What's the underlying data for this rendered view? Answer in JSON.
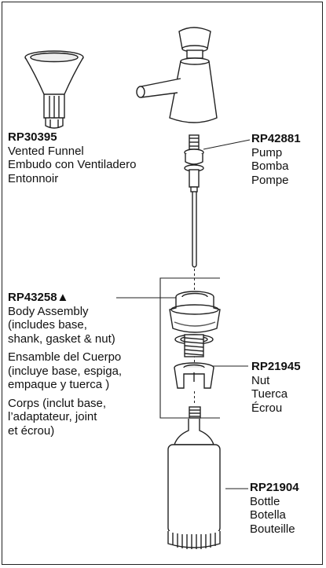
{
  "parts": {
    "funnel": {
      "part_number": "RP30395",
      "lines": [
        "Vented Funnel",
        "Embudo con Ventiladero",
        "Entonnoir"
      ]
    },
    "pump": {
      "part_number": "RP42881",
      "lines": [
        "Pump",
        "Bomba",
        "Pompe"
      ]
    },
    "body_assembly": {
      "part_number": "RP43258▲",
      "english": [
        "Body Assembly",
        "(includes base,",
        "shank, gasket & nut)"
      ],
      "spanish": [
        "Ensamble del Cuerpo",
        "(incluye base, espiga,",
        "empaque y tuerca )"
      ],
      "french": [
        "Corps (inclut base,",
        "l’adaptateur, joint",
        "et écrou)"
      ]
    },
    "nut": {
      "part_number": "RP21945",
      "lines": [
        "Nut",
        "Tuerca",
        "Écrou"
      ]
    },
    "bottle": {
      "part_number": "RP21904",
      "lines": [
        "Bottle",
        "Botella",
        "Bouteille"
      ]
    }
  },
  "colors": {
    "line": "#222222",
    "fill": "#ffffff",
    "shade": "#e6e6e6"
  }
}
